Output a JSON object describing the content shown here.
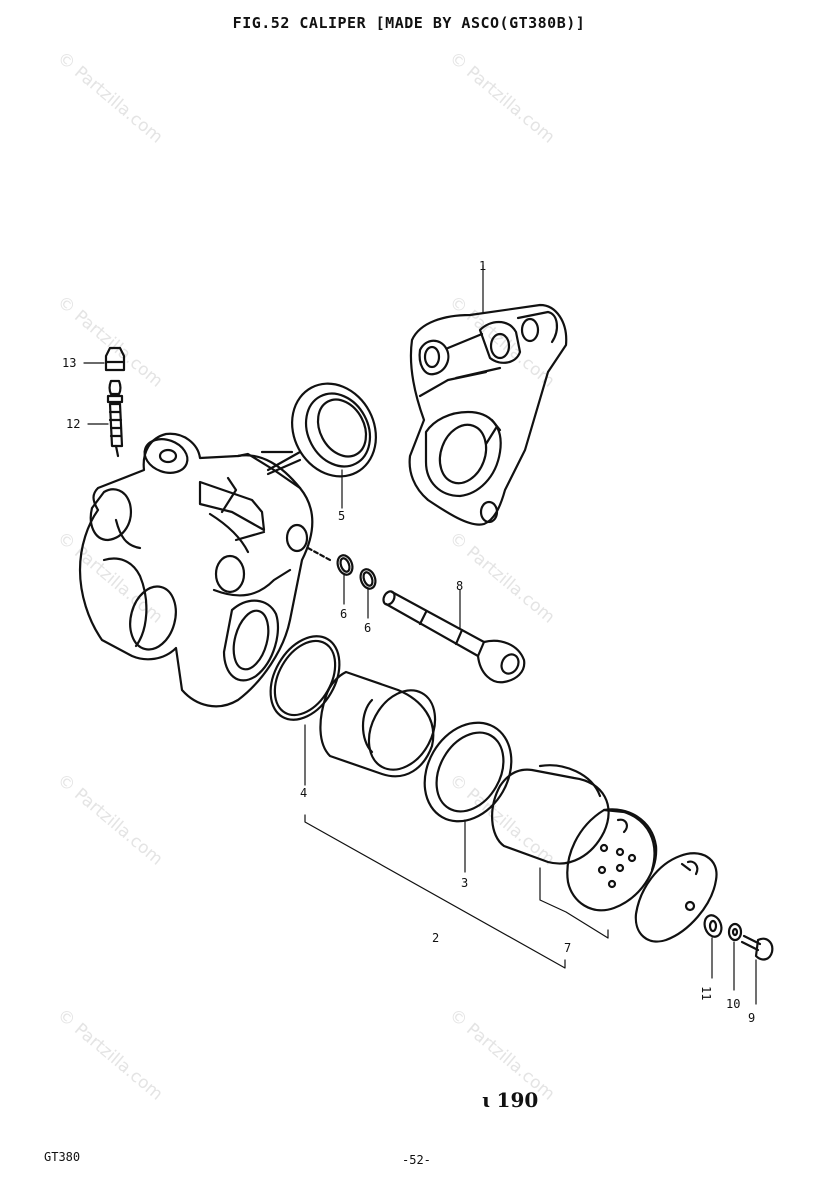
{
  "title": "FIG.52  CALIPER [MADE BY ASCO(GT380B)]",
  "watermark": "© Partzilla.com",
  "footer": {
    "model": "GT380",
    "page": "-52-"
  },
  "hand_note": "ɩ  190",
  "callouts": {
    "c1": "1",
    "c13": "13",
    "c12": "12",
    "c5": "5",
    "c6a": "6",
    "c6b": "6",
    "c8": "8",
    "c4": "4",
    "c3": "3",
    "c2": "2",
    "c7": "7",
    "c11": "11",
    "c10": "10",
    "c9": "9"
  }
}
